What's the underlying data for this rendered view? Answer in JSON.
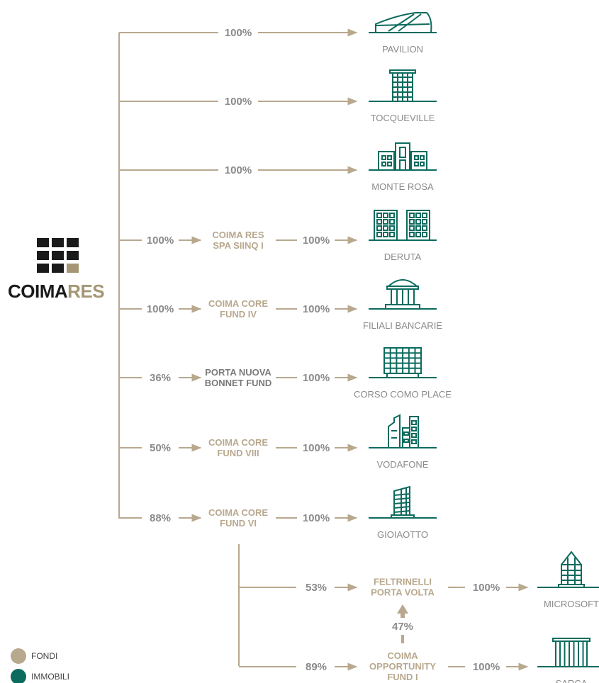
{
  "brand": {
    "part1": "COIMA",
    "part2": "RES",
    "colors": {
      "dark": "#1a1a1a",
      "gold": "#a59675"
    }
  },
  "colors": {
    "fondi": "#b8a88e",
    "immobili": "#0c6b5e",
    "text_grey": "#8a8a8a"
  },
  "rows": [
    {
      "owner_pct": "100%",
      "building": "PAVILION",
      "icon": "pavilion-icon"
    },
    {
      "owner_pct": "100%",
      "building": "TOCQUEVILLE",
      "icon": "tower-icon"
    },
    {
      "owner_pct": "100%",
      "building": "MONTE ROSA",
      "icon": "office-complex-icon"
    },
    {
      "owner_pct": "100%",
      "fund": [
        "COIMA RES",
        "SPA SIINQ I"
      ],
      "fund_pct": "100%",
      "building": "DERUTA",
      "icon": "twin-buildings-icon"
    },
    {
      "owner_pct": "100%",
      "fund": [
        "COIMA CORE",
        "FUND IV"
      ],
      "fund_pct": "100%",
      "building": "FILIALI BANCARIE",
      "icon": "bank-icon"
    },
    {
      "owner_pct": "36%",
      "fund": [
        "PORTA NUOVA",
        "BONNET FUND"
      ],
      "fund_pct": "100%",
      "building": "CORSO COMO PLACE",
      "icon": "grid-building-icon"
    },
    {
      "owner_pct": "50%",
      "fund": [
        "COIMA CORE",
        "FUND VIII"
      ],
      "fund_pct": "100%",
      "building": "VODAFONE",
      "icon": "stepped-towers-icon"
    },
    {
      "owner_pct": "88%",
      "fund": [
        "COIMA CORE",
        "FUND VI"
      ],
      "fund_pct": "100%",
      "building": "GIOIAOTTO",
      "icon": "slim-tower-icon"
    }
  ],
  "sub": [
    {
      "pct": "53%",
      "fund": [
        "FELTRINELLI",
        "PORTA VOLTA"
      ],
      "fund_pct": "100%",
      "building": "MICROSOFT",
      "icon": "glass-pyramid-building-icon"
    },
    {
      "pct": "89%",
      "fund": [
        "COIMA",
        "OPPORTUNITY",
        "FUND I"
      ],
      "fund_pct": "100%",
      "building": "SARCA",
      "icon": "columns-building-icon"
    }
  ],
  "cross_pct": "47%",
  "legend": [
    {
      "label": "FONDI",
      "color": "#b8a88e"
    },
    {
      "label": "IMMOBILI",
      "color": "#0c6b5e"
    }
  ]
}
